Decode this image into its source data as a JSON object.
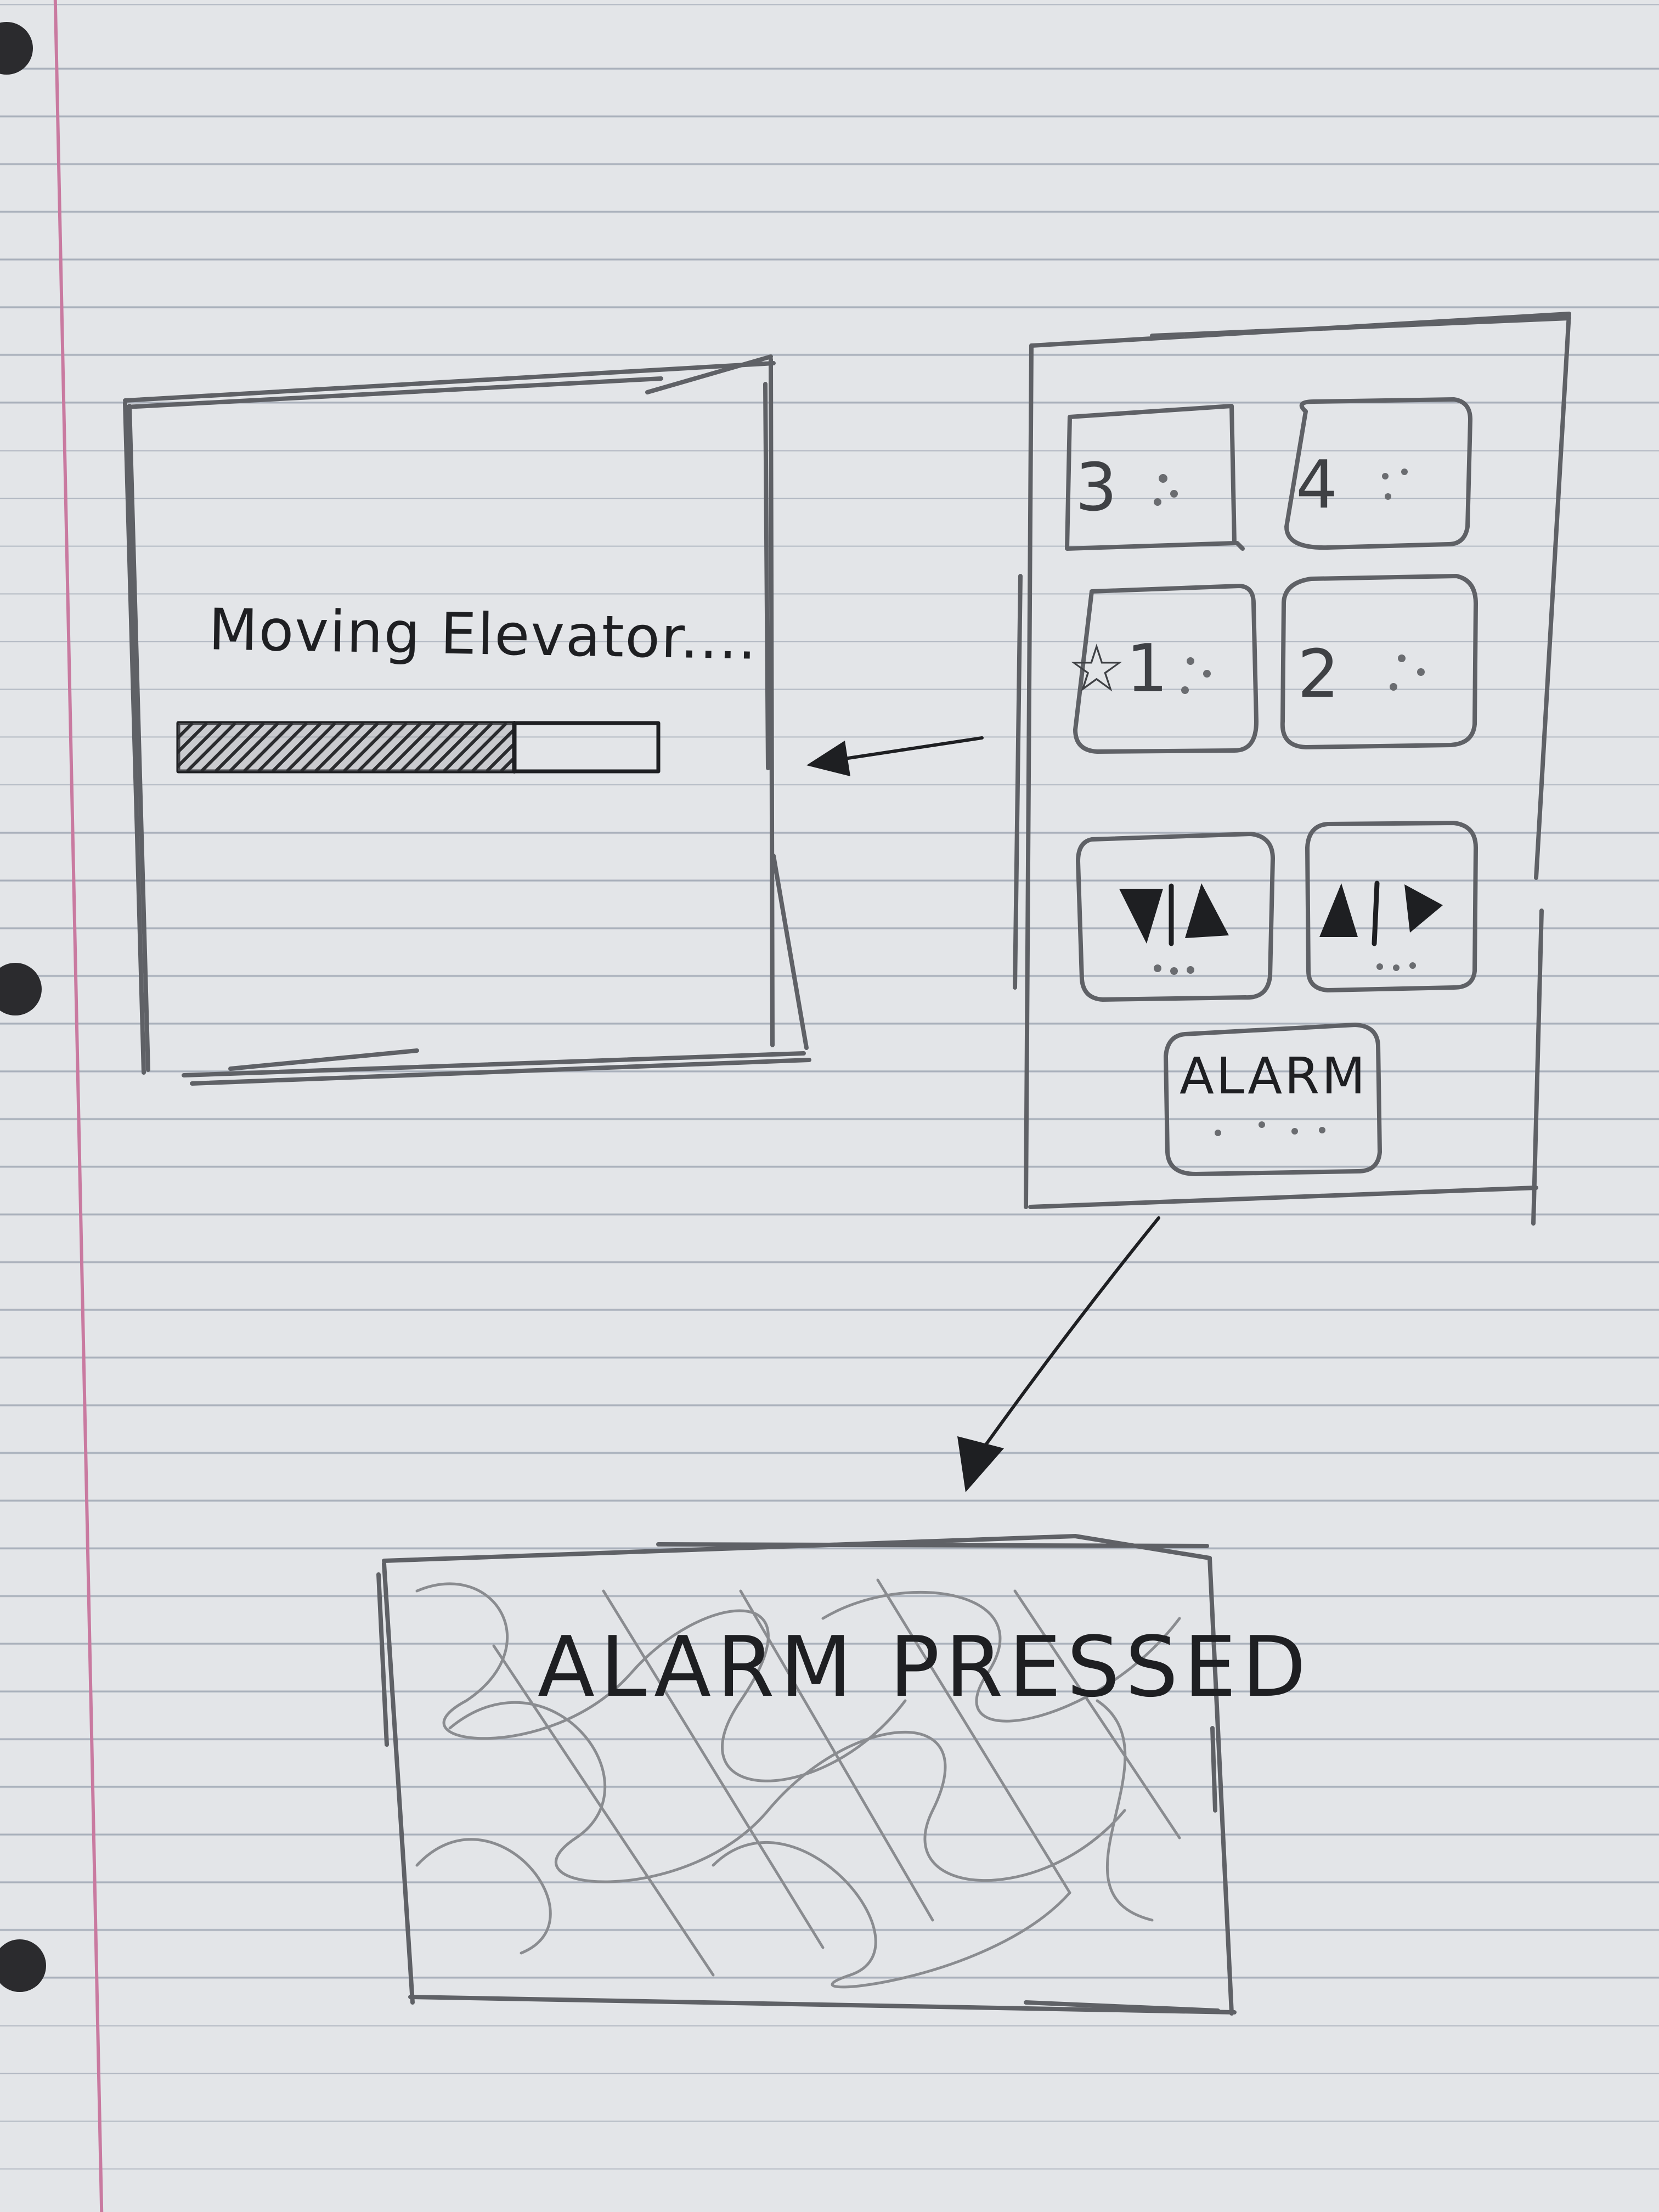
{
  "loading_screen": {
    "message": "Moving Elevator....",
    "progress_percent": 70
  },
  "elevator_panel": {
    "floor_buttons": [
      {
        "label": "3"
      },
      {
        "label": "4"
      },
      {
        "label": "☆1"
      },
      {
        "label": "2"
      }
    ],
    "door_close_icon": "doors-close-icon",
    "door_open_icon": "doors-open-icon",
    "alarm_label": "ALARM"
  },
  "alarm_screen": {
    "message": "ALARM PRESSED"
  },
  "colors": {
    "paper": "#e3e5e8",
    "rule": "#a9b0bb",
    "margin": "#c97aa0",
    "pencil": "#5f6166",
    "ink": "#1e1f22"
  }
}
